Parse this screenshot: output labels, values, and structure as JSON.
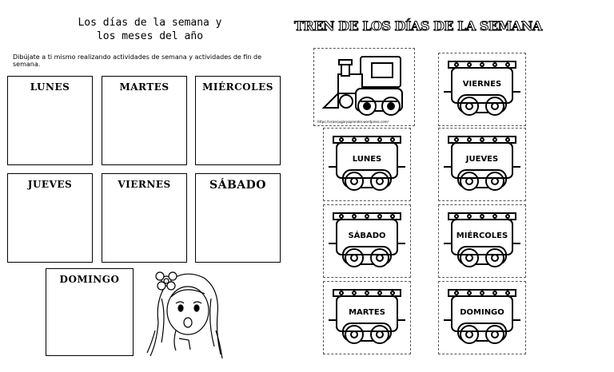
{
  "worksheet": {
    "title_line1": "Los días de la semana y",
    "title_line2": "los meses del año",
    "instructions": "Dibújate a ti mismo realizando actividades de semana y actividades de fin de semana.",
    "boxes": [
      "LUNES",
      "MARTES",
      "MIÉRCOLES",
      "JUEVES",
      "VIERNES",
      "SÁBADO",
      "DOMINGO"
    ]
  },
  "train_page": {
    "title": "TREN DE LOS DÍAS DE LA SEMANA",
    "engine_url": "https://vcaerjugaryaprender.wordpress.com/",
    "cars": [
      "VIERNES",
      "LUNES",
      "JUEVES",
      "SÁBADO",
      "MIÉRCOLES",
      "MARTES",
      "DOMINGO"
    ]
  }
}
